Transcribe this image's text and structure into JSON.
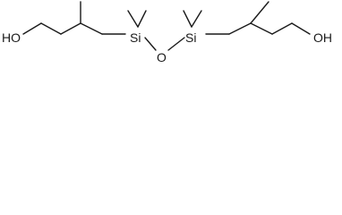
{
  "structure": {
    "atoms": {
      "ho_left": "HO",
      "si_left": "Si",
      "o_bridge": "O",
      "si_right": "Si",
      "oh_right": "OH"
    },
    "colors": {
      "stroke": "#1a1a1a",
      "background": "#ffffff"
    }
  }
}
